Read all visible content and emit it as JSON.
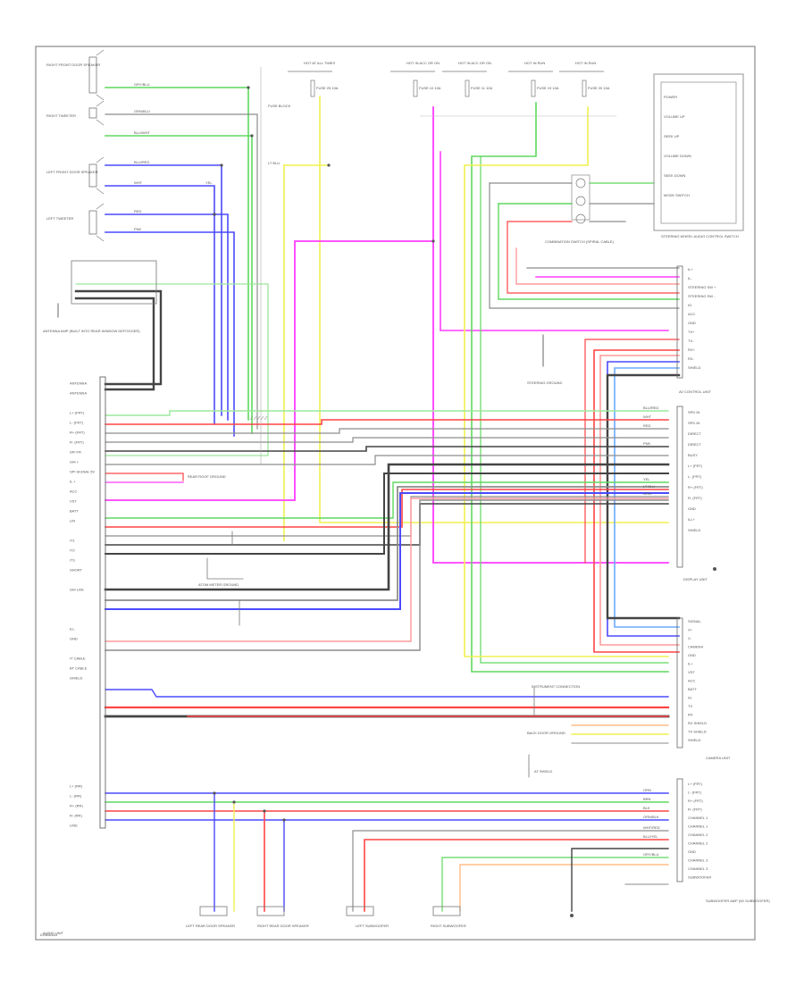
{
  "diagram": {
    "footer_code": "IONB63A4",
    "left_unit": {
      "name": "AUDIO UNIT",
      "pins": [
        "ANTENNA",
        "ANTENNA",
        "",
        "L+ (FRT)",
        "L- (FRT)",
        "R+ (FRT)",
        "R- (FRT)",
        "SPI FR",
        "SHI +",
        "SPI SIGNAL 5V",
        "IL +",
        "ACC",
        "VST",
        "BATT",
        "LIN",
        "",
        "IT1",
        "IT2",
        "IT3",
        "SHORT",
        "",
        "SHI LAN",
        "",
        "",
        "",
        "ILL",
        "GND",
        "",
        "IT CABLE",
        "BT CABLE",
        "SHIELD",
        "",
        "",
        "",
        "",
        "",
        "",
        "",
        "",
        "",
        "",
        "L+ (RR)",
        "L- (RR)",
        "R+ (RR)",
        "R- (RR)",
        "LINE"
      ]
    },
    "left_components": [
      {
        "name": "RIGHT FRONT DOOR SPEAKER"
      },
      {
        "name": "RIGHT TWEETER"
      },
      {
        "name": "LEFT FRONT DOOR SPEAKER"
      },
      {
        "name": "LEFT TWEETER"
      }
    ],
    "antenna_module": {
      "name": "ANTENNA AMP (BUILT INTO REAR WINDOW DEFOGGER)"
    },
    "fuse_boxes": [
      {
        "title": "HOT AT ALL TIMES",
        "fuse": "FUSE 25 10A"
      },
      {
        "title": "HOT IN ACC OR ON",
        "fuse": "FUSE 10 10A"
      },
      {
        "title": "HOT IN ACC OR ON",
        "fuse": "FUSE 11 10A"
      },
      {
        "title": "HOT IN RUN",
        "fuse": "FUSE 19 10A"
      },
      {
        "title": "HOT IN RUN",
        "fuse": "FUSE 20 10A"
      }
    ],
    "fuse_box_name": "FUSE BLOCK",
    "steering_switch": {
      "name": "STEERING WHEEL AUDIO CONTROL SWITCH",
      "parts": [
        "POWER",
        "VOLUME UP",
        "SEEK UP",
        "VOLUME DOWN",
        "SEEK DOWN",
        "MODE SWITCH"
      ]
    },
    "combination_switch": {
      "name": "COMBINATION SWITCH (SPIRAL CABLE)"
    },
    "display_unit": {
      "name": "AV CONTROL UNIT",
      "pins": [
        "IL+",
        "IL-",
        "STEERING SW +",
        "STEERING SW -",
        "IG",
        "ACC",
        "GND",
        "TX+",
        "TX-",
        "RX+",
        "RX-",
        "SHIELD"
      ]
    },
    "display_unit2": {
      "name": "DISPLAY UNIT",
      "pins": [
        "SPD IN",
        "SPD IN",
        "DIRECT",
        "DIRECT",
        "BUSY",
        "L+ (FRT)",
        "L- (FRT)",
        "R+ (FRT)",
        "R- (FRT)",
        "GND",
        "ILL+",
        "SHIELD"
      ]
    },
    "camera_unit": {
      "name": "CAMERA UNIT",
      "pins": [
        "SIGNAL",
        "V+",
        "V-",
        "CAMERA",
        "GND",
        "IL+",
        "VST",
        "ACC",
        "BATT",
        "IG",
        "TX",
        "RX",
        "RX SHIELD",
        "TX SHIELD",
        "SHIELD"
      ]
    },
    "subwoofer_amp": {
      "name": "SUBWOOFER AMP (W/ SUBWOOFER)",
      "pins": [
        "L+ (FRT)",
        "L- (FRT)",
        "R+ (FRT)",
        "R- (FRT)",
        "CHANNEL 1",
        "CHANNEL 1",
        "CHANNEL 2",
        "CHANNEL 2",
        "GND",
        "CHANNEL 3",
        "CHANNEL 3",
        "SUBWOOFER"
      ]
    },
    "ground_labels": [
      "STEERING GROUND",
      "REAR ROOF GROUND",
      "ATOM METER GROUND",
      "INSTRUMENT CONNECTION",
      "BACK DOOR GROUND"
    ],
    "bottom_components": [
      {
        "name": "LEFT REAR DOOR SPEAKER"
      },
      {
        "name": "RIGHT REAR DOOR SPEAKER"
      },
      {
        "name": "LEFT SUBWOOFER"
      },
      {
        "name": "RIGHT SUBWOOFER"
      },
      {
        "name": "AT SHIELD"
      }
    ],
    "wire_labels": [
      "GRY/BLU",
      "GRN/BLU",
      "BLU/WHT",
      "BLU/RED",
      "WHT",
      "RED",
      "PNK",
      "YEL",
      "LT BLU",
      "GRN",
      "ORN",
      "BRN",
      "BLK",
      "GRN/BLK",
      "WHT/RED",
      "BLU/YEL"
    ],
    "colors": {
      "green": "#5ed85e",
      "blue": "#4a4aff",
      "magenta": "#ff3cff",
      "yellow": "#f0f050",
      "red": "#ff4444",
      "pink": "#ff9a9a",
      "orange": "#ffb070",
      "gray": "#8c8c8c",
      "dark": "#444444",
      "lightblue": "#6aaaff",
      "lightgreen": "#9be89b"
    }
  }
}
